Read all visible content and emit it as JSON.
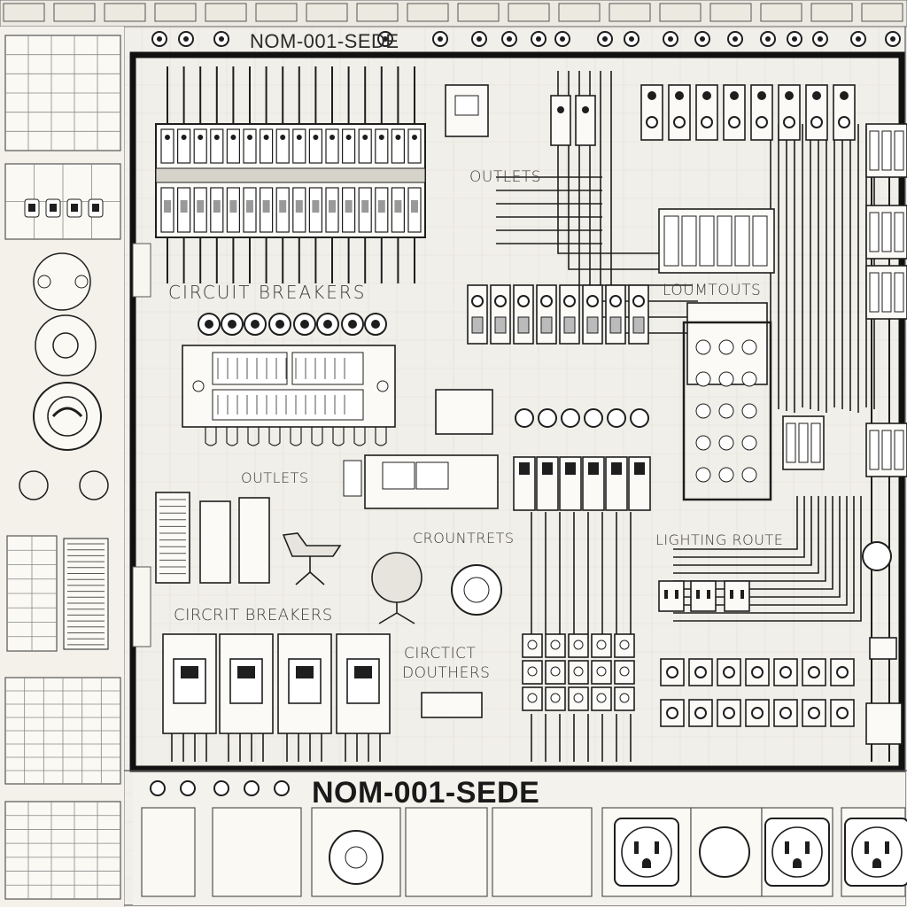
{
  "title_top": "NOM-001-SEDE",
  "title_bottom": "NOM-001-SEDE",
  "labels": {
    "breakers_top": "CIRCUIT BREAKERS",
    "outlets_mid": "OUTLETS",
    "outlets_left": "OUTLETS",
    "counters": "CROUNTRETS",
    "lighting_outlets": "LOUMTOUTS",
    "lighting_route": "LIGHTING ROUTE",
    "breakers_bottom": "CIRCRIT BREAKERS",
    "contact_1": "CIRCTICT",
    "contact_2": "DOUTHERS"
  },
  "colors": {
    "paper": "#f1efe9",
    "ink": "#1e1e1e",
    "frame": "#111111",
    "panel": "#fbfaf6"
  }
}
